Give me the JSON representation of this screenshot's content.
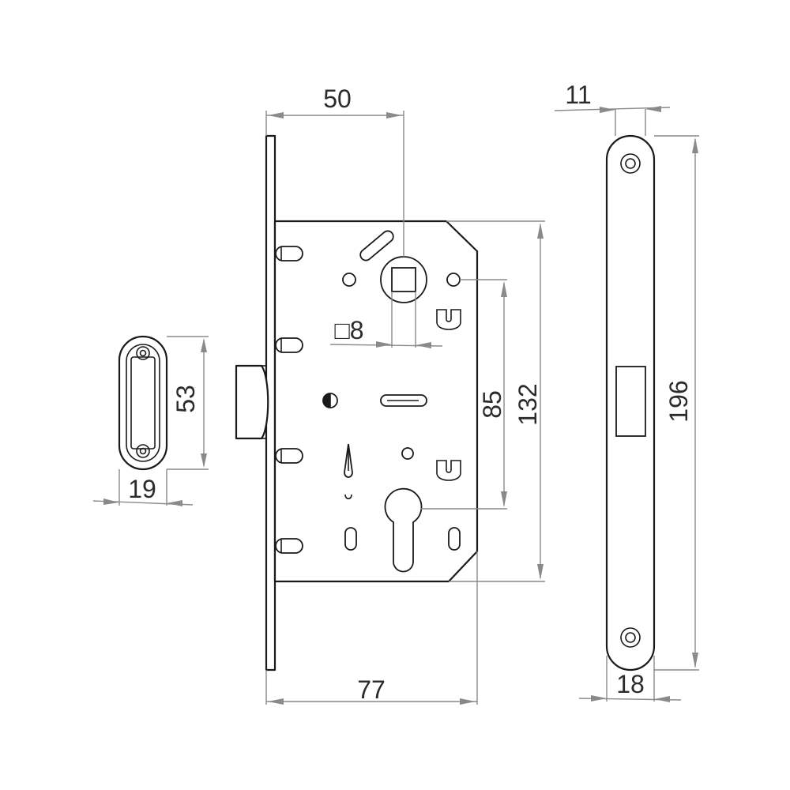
{
  "drawing": {
    "dimensions": {
      "mortise_backset": "50",
      "mortise_width": "77",
      "mortise_body_height": "132",
      "handle_to_cylinder": "85",
      "spindle_square": "□8",
      "faceplate_thickness": "11",
      "faceplate_length": "196",
      "faceplate_width": "18",
      "strike_length": "53",
      "strike_width": "19"
    },
    "colors": {
      "outline": "#1a1a1a",
      "dimension_line": "#8a8a8a",
      "text": "#2b2b2b"
    }
  }
}
